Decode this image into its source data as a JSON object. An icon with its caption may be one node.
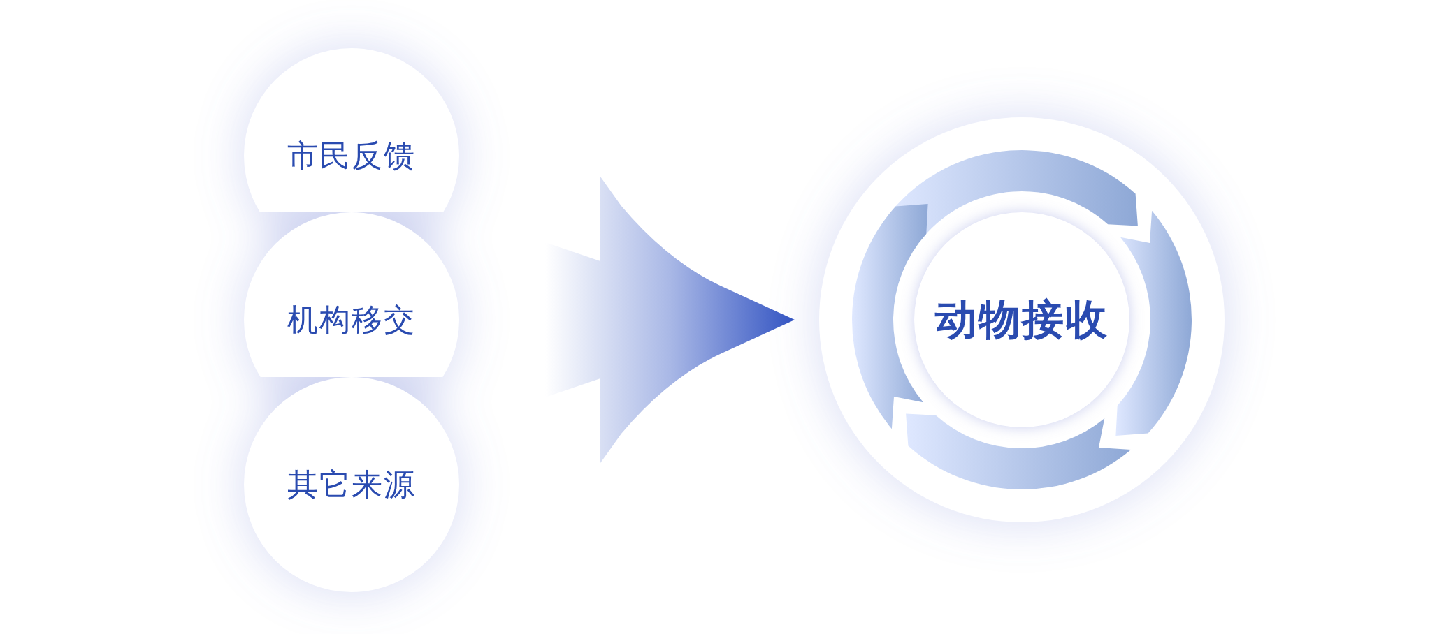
{
  "diagram": {
    "nodes": [
      {
        "text": [
          "市民反馈"
        ]
      },
      {
        "text": [
          "机构移交"
        ]
      },
      {
        "text": [
          "其它来源"
        ]
      },
      {
        "text": [],
        "shape": "circle"
      },
      {
        "text": [
          "动物接收"
        ],
        "in": 3
      }
    ],
    "edges": [
      {
        "from": 0,
        "to": 3,
        "arrow": "to"
      },
      {
        "from": 1,
        "to": 3,
        "arrow": "to"
      },
      {
        "from": 2,
        "to": 3,
        "arrow": "to"
      }
    ]
  }
}
